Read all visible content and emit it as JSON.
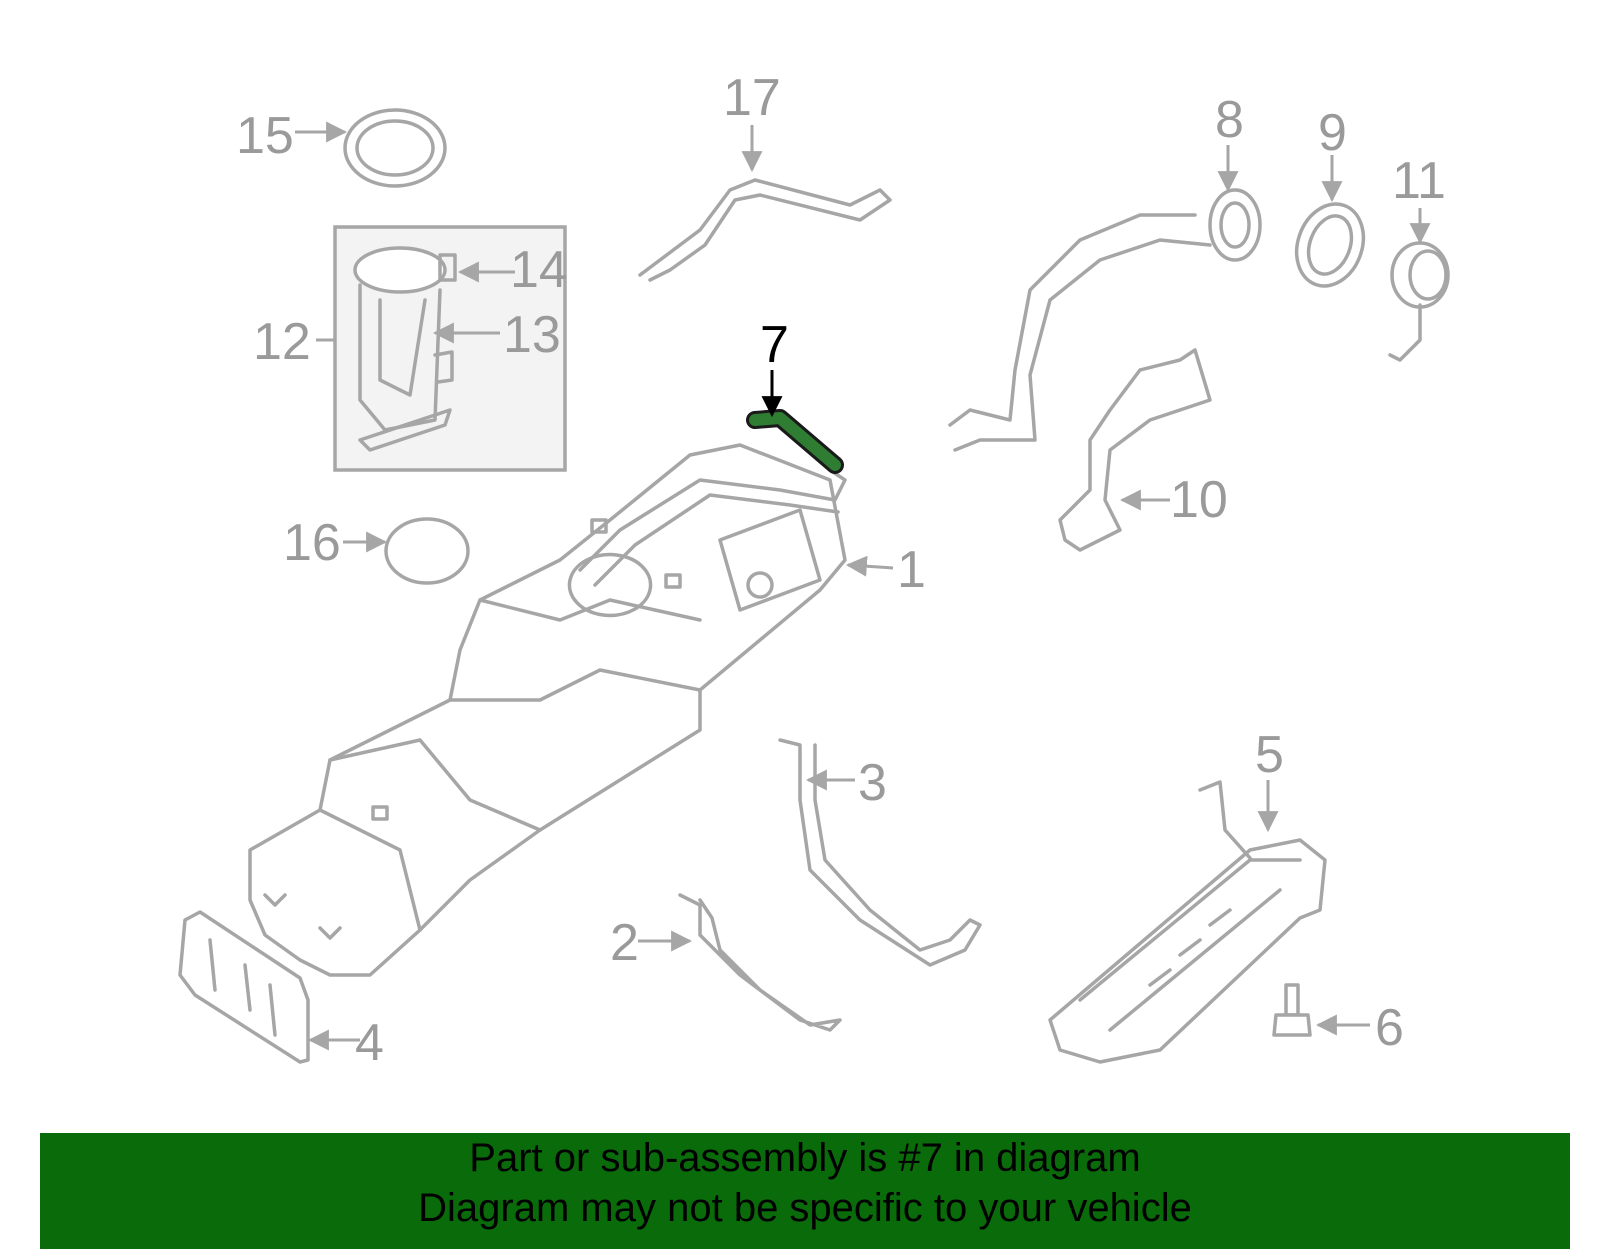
{
  "callouts": {
    "c1": "1",
    "c2": "2",
    "c3": "3",
    "c4": "4",
    "c5": "5",
    "c6": "6",
    "c7": "7",
    "c8": "8",
    "c9": "9",
    "c10": "10",
    "c11": "11",
    "c12": "12",
    "c13": "13",
    "c14": "14",
    "c15": "15",
    "c16": "16",
    "c17": "17"
  },
  "highlight": {
    "part": "7",
    "color": "#2e7d32"
  },
  "colors": {
    "banner": "#0a6b0a",
    "line_art": "#a6a6a6"
  },
  "banner": {
    "line1": "Part or sub-assembly is #7 in diagram",
    "line2": "Diagram may not be specific to your vehicle"
  }
}
